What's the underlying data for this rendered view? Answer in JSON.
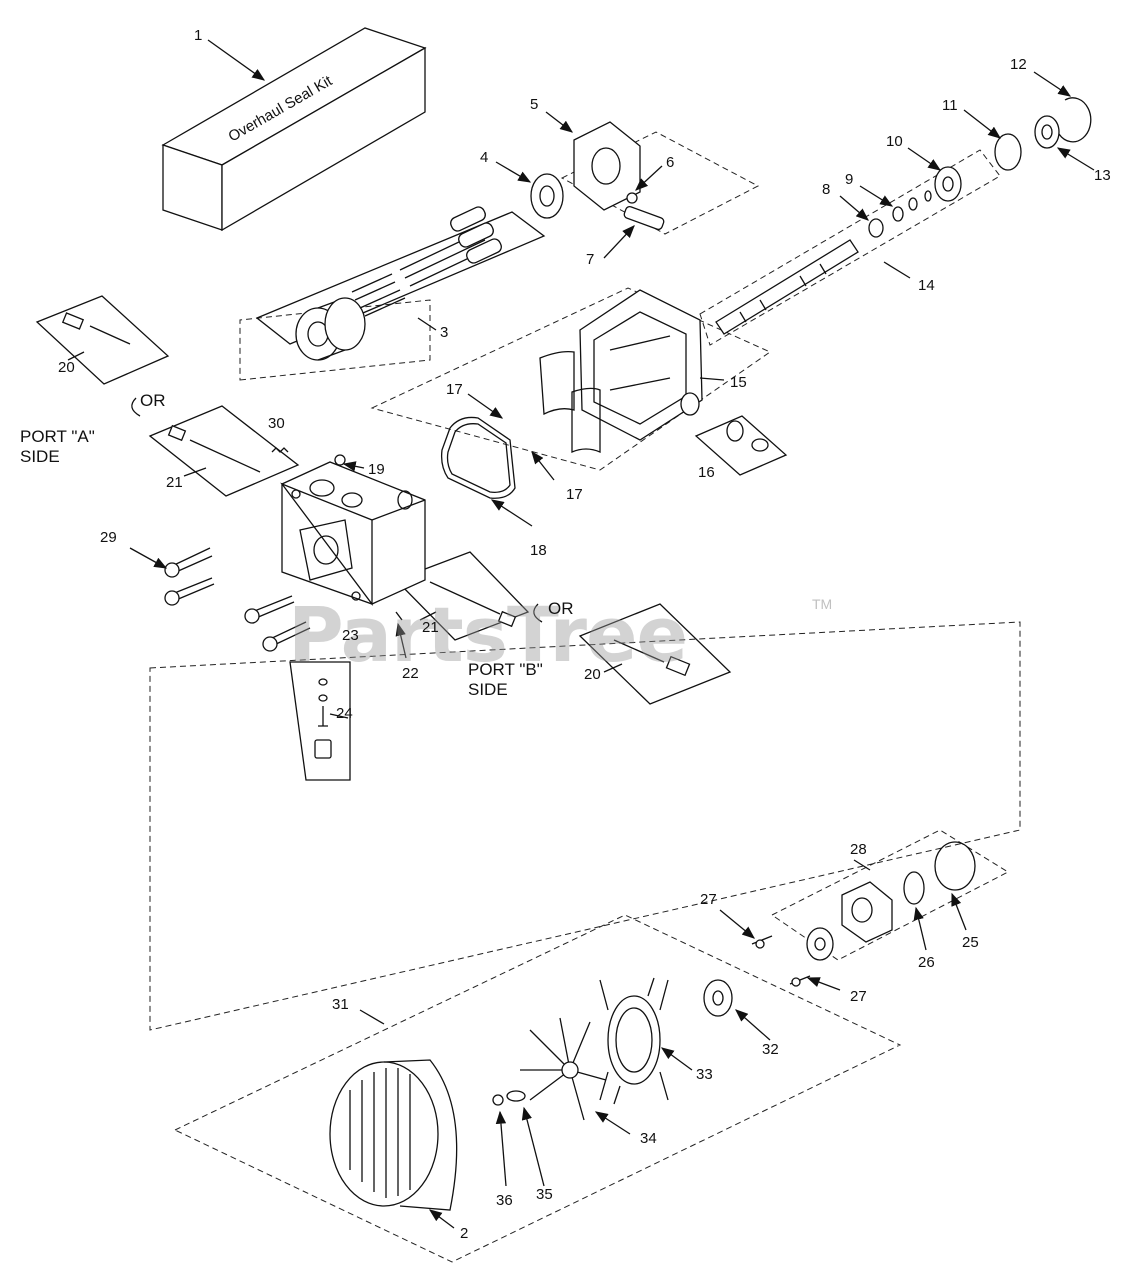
{
  "diagram": {
    "kit_box_text": "Overhaul Seal Kit",
    "watermark": "PartsTree",
    "trademark": "TM",
    "port_a": [
      "PORT \"A\"",
      "SIDE"
    ],
    "port_b": [
      "PORT \"B\"",
      "SIDE"
    ],
    "or_text": "OR",
    "callouts": {
      "c1": "1",
      "c2": "2",
      "c3": "3",
      "c4": "4",
      "c5": "5",
      "c6": "6",
      "c7": "7",
      "c8": "8",
      "c9": "9",
      "c10": "10",
      "c11": "11",
      "c12": "12",
      "c13": "13",
      "c14": "14",
      "c15": "15",
      "c16": "16",
      "c17a": "17",
      "c17b": "17",
      "c18": "18",
      "c19": "19",
      "c20a": "20",
      "c20b": "20",
      "c21a": "21",
      "c21b": "21",
      "c22": "22",
      "c23": "23",
      "c24": "24",
      "c25": "25",
      "c26": "26",
      "c27a": "27",
      "c27b": "27",
      "c28": "28",
      "c29": "29",
      "c30": "30",
      "c31": "31",
      "c32": "32",
      "c33": "33",
      "c34": "34",
      "c35": "35",
      "c36": "36"
    }
  }
}
